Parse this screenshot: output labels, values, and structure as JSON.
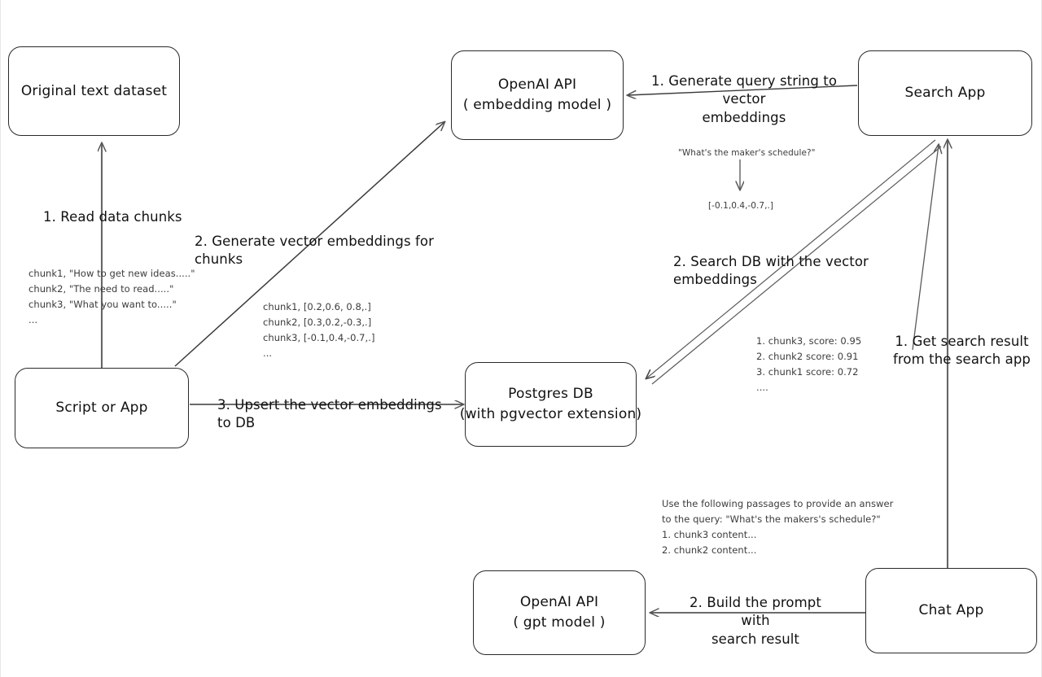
{
  "diagram": {
    "title": "RAG pipeline with OpenAI embeddings and pgvector",
    "ink_color": "#2a2a2a",
    "text_color": "#111111",
    "note_color": "#3b3b3b",
    "background": "#ffffff"
  },
  "nodes": {
    "original_dataset": {
      "line1": "Original text dataset",
      "line2": ""
    },
    "embedding_api": {
      "line1": "OpenAI API",
      "line2": "( embedding model )"
    },
    "search_app": {
      "line1": "Search App",
      "line2": ""
    },
    "script_or_app": {
      "line1": "Script or App",
      "line2": ""
    },
    "postgres_db": {
      "line1": "Postgres DB",
      "line2": "(with pgvector extension)"
    },
    "gpt_api": {
      "line1": "OpenAI API",
      "line2": "( gpt model )"
    },
    "chat_app": {
      "line1": "Chat App",
      "line2": ""
    }
  },
  "edge_labels": {
    "read_chunks": "1. Read data chunks",
    "generate_embeddings": "2. Generate vector embeddings for chunks",
    "upsert": "3. Upsert the vector embeddings  to DB",
    "generate_query_embeddings": "1. Generate query string to vector\nembeddings",
    "search_db": "2. Search DB with the vector embeddings",
    "get_search_result": "1. Get search result\nfrom the search app",
    "build_prompt": "2. Build the prompt with\nsearch result"
  },
  "notes": {
    "chunks_sample": "chunk1, \"How to get new ideas.....\"\nchunk2, \"The need to read.....\"\nchunk3, \"What you want to.....\"\n...",
    "chunk_vectors": "chunk1, [0.2,0.6, 0.8,.]\nchunk2, [0.3,0.2,-0.3,.]\nchunk3, [-0.1,0.4,-0.7,.]\n...",
    "query_string": "\"What's the maker's schedule?\"",
    "query_vector": "[-0.1,0.4,-0.7,.]",
    "search_results": "1. chunk3, score: 0.95\n2. chunk2 score: 0.91\n3. chunk1 score: 0.72\n....",
    "prompt_sample": "Use the following passages to provide an answer\nto the query: \"What's the makers's schedule?\"\n1. chunk3 content...\n2. chunk2 content..."
  }
}
